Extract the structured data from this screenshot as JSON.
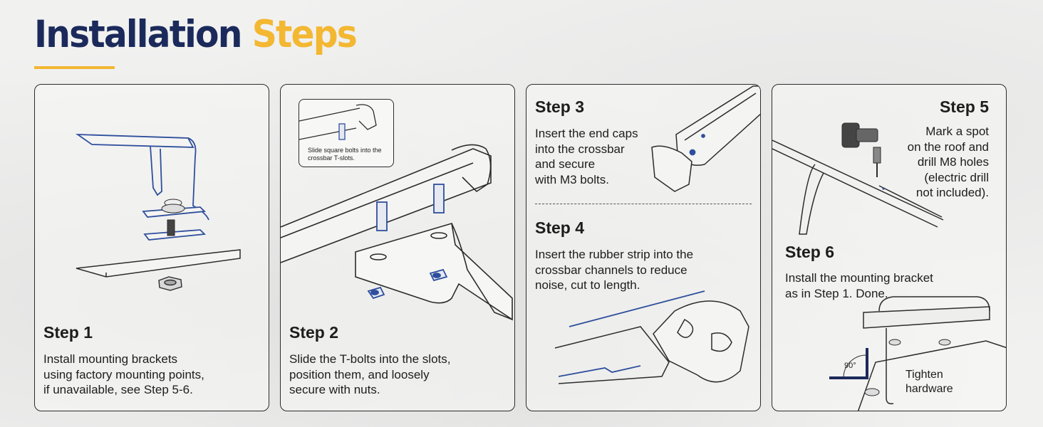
{
  "title": {
    "part1": "Installation",
    "part2": "Steps"
  },
  "steps": [
    {
      "label": "Step 1",
      "text": "Install mounting brackets\nusing factory mounting points,\nif unavailable, see Step 5-6."
    },
    {
      "label": "Step 2",
      "text": "Slide the T-bolts into the slots,\nposition them, and loosely\nsecure with nuts.",
      "callout": "Slide square bolts into the crossbar T-slots."
    },
    {
      "label": "Step 3",
      "text": "Insert the end caps\ninto the crossbar\nand secure\nwith M3 bolts."
    },
    {
      "label": "Step 4",
      "text": "Insert the rubber strip into the\ncrossbar channels to reduce\nnoise, cut to length."
    },
    {
      "label": "Step 5",
      "text": "Mark a spot\non the roof and\ndrill M8 holes\n(electric drill\nnot included)."
    },
    {
      "label": "Step 6",
      "text": "Install the mounting bracket\nas in Step 1. Done.",
      "angle": "90°",
      "note": "Tighten\nhardware"
    }
  ],
  "colors": {
    "navy": "#1b2a5b",
    "yellow": "#f3b731",
    "line_blue": "#2e4f9c"
  }
}
